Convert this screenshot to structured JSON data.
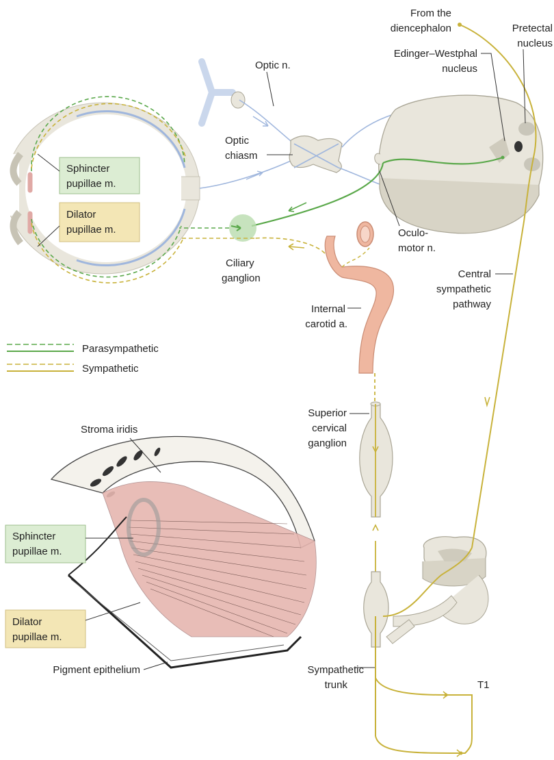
{
  "colors": {
    "parasympathetic": "#5aa84a",
    "sympathetic": "#c8b23a",
    "optic": "#9fb6dd",
    "tissue": "#e9e6dc",
    "tissue_stroke": "#a9a595",
    "artery": "#efb7a0",
    "muscle": "#e6b6b0",
    "green_box": "#dcedd3",
    "yellow_box": "#f3e6b5"
  },
  "labels": {
    "from_diencephalon_1": "From the",
    "from_diencephalon_2": "diencephalon",
    "pretectal_1": "Pretectal",
    "pretectal_2": "nucleus",
    "edinger_1": "Edinger–Westphal",
    "edinger_2": "nucleus",
    "optic_n": "Optic n.",
    "optic_chiasm_1": "Optic",
    "optic_chiasm_2": "chiasm",
    "sphincter_top_1": "Sphincter",
    "sphincter_top_2": "pupillae m.",
    "dilator_top_1": "Dilator",
    "dilator_top_2": "pupillae m.",
    "oculomotor_1": "Oculo-",
    "oculomotor_2": "motor n.",
    "ciliary_1": "Ciliary",
    "ciliary_2": "ganglion",
    "internal_carotid_1": "Internal",
    "internal_carotid_2": "carotid a.",
    "central_symp_1": "Central",
    "central_symp_2": "sympathetic",
    "central_symp_3": "pathway",
    "superior_cerv_1": "Superior",
    "superior_cerv_2": "cervical",
    "superior_cerv_3": "ganglion",
    "stroma_iridis": "Stroma iridis",
    "sphincter_bottom_1": "Sphincter",
    "sphincter_bottom_2": "pupillae m.",
    "dilator_bottom_1": "Dilator",
    "dilator_bottom_2": "pupillae m.",
    "pigment_epithelium": "Pigment epithelium",
    "sympathetic_trunk_1": "Sympathetic",
    "sympathetic_trunk_2": "trunk",
    "t1": "T1"
  },
  "legend": [
    {
      "label": "Parasympathetic",
      "color": "parasympathetic"
    },
    {
      "label": "Sympathetic",
      "color": "sympathetic"
    }
  ]
}
